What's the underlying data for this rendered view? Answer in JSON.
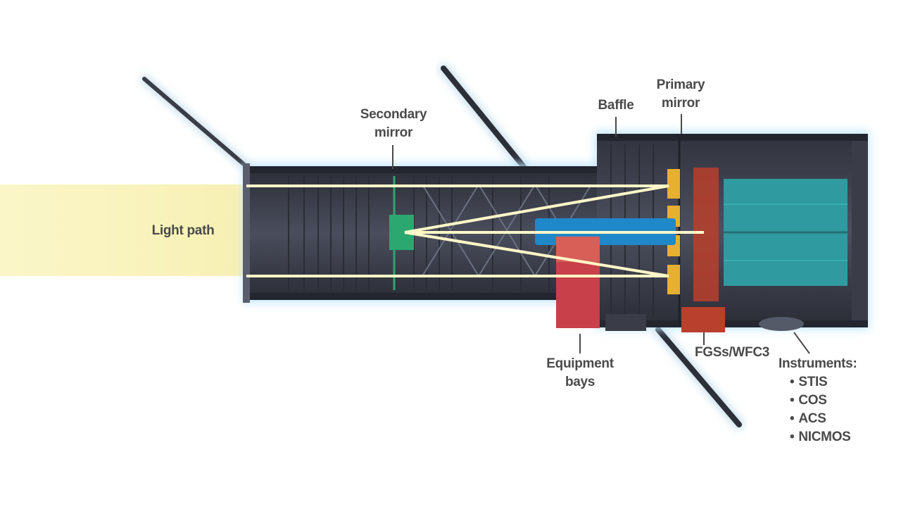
{
  "labels": {
    "light_path": "Light path",
    "secondary_mirror": [
      "Secondary",
      "mirror"
    ],
    "baffle": "Baffle",
    "primary_mirror": [
      "Primary",
      "mirror"
    ],
    "equipment_bays": [
      "Equipment",
      "bays"
    ],
    "fgs_wfc3": "FGSs/WFC3",
    "instruments_title": "Instruments:",
    "instruments": [
      "STIS",
      "COS",
      "ACS",
      "NICMOS"
    ]
  },
  "colors": {
    "light_beam": "#fbf6c8",
    "ray": "#fff7c8",
    "tube": "#3e4250",
    "tube_dark": "#23262f",
    "glow": "#bfe6ff",
    "secondary_mirror": "#2aa870",
    "instrument_teal": "#2f9aa0",
    "instrument_blue": "#1e88c8",
    "equipment_red": "#c8404a",
    "fgs_red": "#b8402c",
    "primary_mirror": "#e8b030",
    "label": "#4a4a4a"
  }
}
